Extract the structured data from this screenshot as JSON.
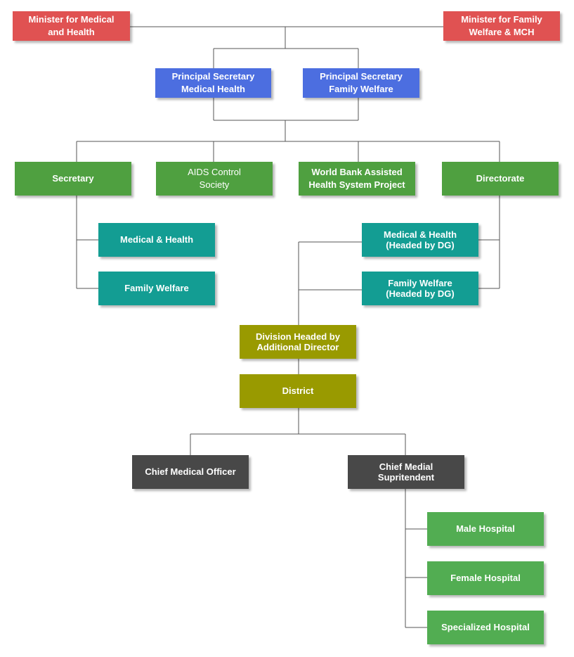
{
  "colors": {
    "minister": "#e05252",
    "secretary": "#4c6ee0",
    "department": "#4fa040",
    "wing": "#139d93",
    "division": "#999a00",
    "officer": "#484848",
    "hospital": "#52ad52",
    "connector": "#555555"
  },
  "nodes": {
    "minister_medical_health": "Minister for Medical\nand Health",
    "minister_family_welfare": "Minister for Family\nWelfare & MCH",
    "ps_medical_health": "Principal Secretary\nMedical Health",
    "ps_family_welfare": "Principal Secretary\nFamily Welfare",
    "secretary": "Secretary",
    "aids_control": "AIDS Control\nSociety",
    "world_bank": "World Bank Assisted\nHealth System Project",
    "directorate": "Directorate",
    "sec_medical_health": "Medical & Health",
    "sec_family_welfare": "Family Welfare",
    "dir_medical_health": "Medical & Health\n(Headed by DG)",
    "dir_family_welfare": "Family Welfare\n(Headed by DG)",
    "division": "Division Headed by\nAdditional Director",
    "district": "District",
    "cmo": "Chief Medical Officer",
    "cms": "Chief Medial\nSupritendent",
    "male_hospital": "Male Hospital",
    "female_hospital": "Female Hospital",
    "specialized_hospital": "Specialized Hospital"
  }
}
